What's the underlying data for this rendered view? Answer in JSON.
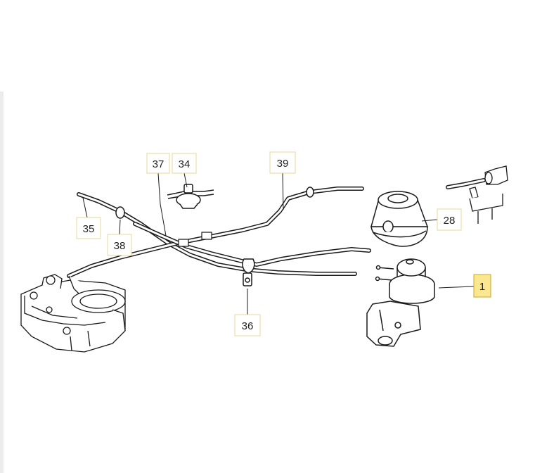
{
  "colors": {
    "line": "#1a1a1a",
    "label_box_border": "#e8d79a",
    "highlight_fill": "#fbe78f",
    "highlight_border": "#c9a825"
  },
  "callouts": [
    {
      "id": "37",
      "label": "37",
      "highlighted": false
    },
    {
      "id": "34",
      "label": "34",
      "highlighted": false
    },
    {
      "id": "39",
      "label": "39",
      "highlighted": false
    },
    {
      "id": "28",
      "label": "28",
      "highlighted": false
    },
    {
      "id": "35",
      "label": "35",
      "highlighted": false
    },
    {
      "id": "38",
      "label": "38",
      "highlighted": false
    },
    {
      "id": "1",
      "label": "1",
      "highlighted": true
    },
    {
      "id": "36",
      "label": "36",
      "highlighted": false
    }
  ]
}
